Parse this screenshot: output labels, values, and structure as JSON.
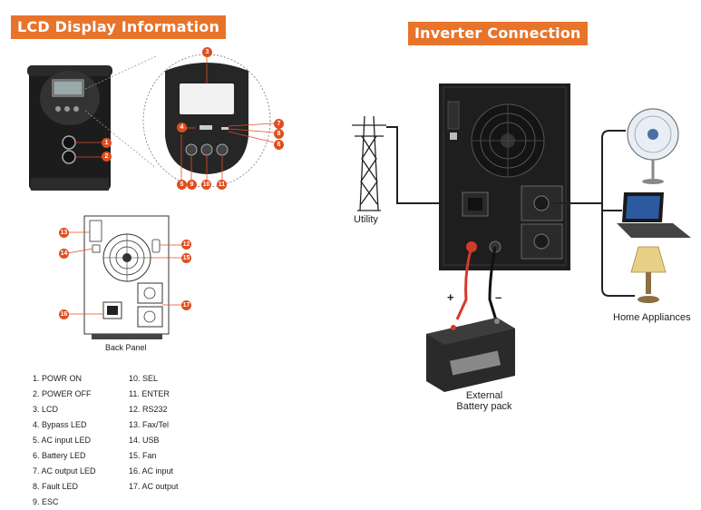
{
  "headers": {
    "left": "LCD Display Information",
    "right": "Inverter Connection"
  },
  "labels": {
    "back_panel": "Back Panel",
    "utility": "Utility",
    "home_appliances": "Home Appliances",
    "battery_line1": "External",
    "battery_line2": "Battery pack",
    "plus": "+",
    "minus": "–"
  },
  "legend_col1": [
    "1. POWR ON",
    "2. POWER OFF",
    "3. LCD",
    "4. Bypass LED",
    "5. AC input LED",
    "6. Battery LED",
    "7. AC output LED",
    "8. Fault LED",
    "9. ESC"
  ],
  "legend_col2": [
    "10. SEL",
    "11. ENTER",
    "12. RS232",
    "13. Fax/Tel",
    "14. USB",
    "15. Fan",
    "16. AC input",
    "17. AC output"
  ],
  "callouts": [
    "1",
    "2",
    "3",
    "4",
    "5",
    "6",
    "7",
    "8",
    "9",
    "10",
    "11",
    "12",
    "13",
    "14",
    "15",
    "16",
    "17"
  ],
  "colors": {
    "accent": "#e8732a",
    "callout": "#e04e1e",
    "device_dark": "#1e1e1e",
    "cable_red": "#d43a2a"
  }
}
